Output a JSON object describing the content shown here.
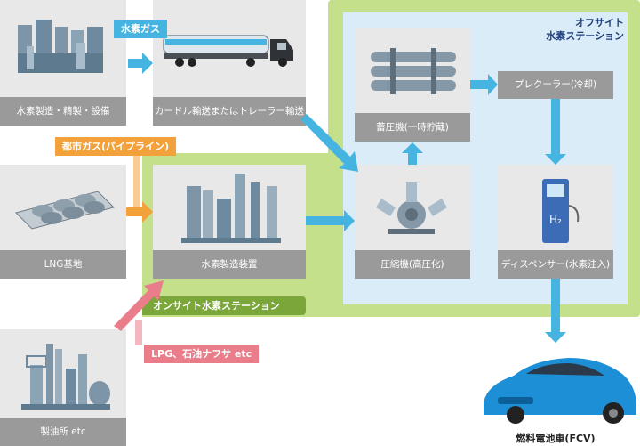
{
  "zones": {
    "offsite_label_line1": "オフサイト",
    "offsite_label_line2": "水素ステーション",
    "onsite_label": "オンサイト水素ステーション"
  },
  "nodes": {
    "production": "水素製造・精製・設備",
    "transport": "カードル輸送またはトレーラー輸送",
    "lng": "LNG基地",
    "reformer": "水素製造装置",
    "refinery": "製油所 etc",
    "storage": "蓄圧機(一時貯蔵)",
    "compressor": "圧縮機(高圧化)",
    "precooler": "プレクーラー(冷却)",
    "dispenser": "ディスペンサー(水素注入)",
    "fcv": "燃料電池車(FCV)"
  },
  "tags": {
    "hydrogen_gas": "水素ガス",
    "city_gas": "都市ガス(パイプライン)",
    "lpg": "LPG、石油ナフサ etc"
  },
  "icon_glyphs": {
    "dispenser_h2": "H₂"
  },
  "colors": {
    "zone_green": "#c5e08a",
    "offsite_blue": "#d9ecf7",
    "arrow_blue": "#45b4e0",
    "onsite_green_label": "#7aa63a",
    "tag_blue": "#45b4e0",
    "tag_orange": "#f3a23b",
    "tag_pink": "#ea7d8a",
    "card_bg": "#e8e8e8",
    "caption_gray": "#9a9a9a"
  }
}
